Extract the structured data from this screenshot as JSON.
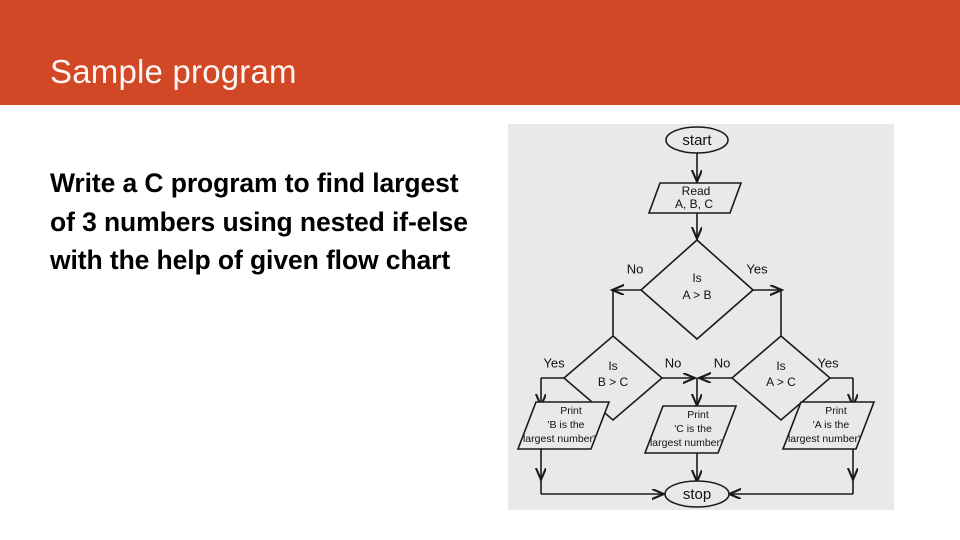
{
  "slide": {
    "title": "Sample program",
    "banner_color": "#d24726",
    "background_color": "#ffffff",
    "body_text": "Write a C program to find largest of 3 numbers using nested if-else with the help of given flow chart"
  },
  "flowchart": {
    "background_color": "#e9e9e9",
    "line_color": "#1a1a1a",
    "nodes": {
      "start": {
        "type": "terminal",
        "text": "start"
      },
      "read": {
        "type": "io",
        "line1": "Read",
        "line2": "A, B, C"
      },
      "decision_ab": {
        "type": "decision",
        "line1": "Is",
        "line2": "A > B"
      },
      "decision_bc": {
        "type": "decision",
        "line1": "Is",
        "line2": "B > C"
      },
      "decision_ac": {
        "type": "decision",
        "line1": "Is",
        "line2": "A > C"
      },
      "print_b": {
        "type": "io",
        "line1": "Print",
        "line2": "'B is the",
        "line3": "largest number'"
      },
      "print_c": {
        "type": "io",
        "line1": "Print",
        "line2": "'C is the",
        "line3": "largest number'"
      },
      "print_a": {
        "type": "io",
        "line1": "Print",
        "line2": "'A is the",
        "line3": "largest number'"
      },
      "stop": {
        "type": "terminal",
        "text": "stop"
      }
    },
    "edge_labels": {
      "ab_no": "No",
      "ab_yes": "Yes",
      "bc_yes": "Yes",
      "bc_no": "No",
      "ac_no": "No",
      "ac_yes": "Yes"
    }
  }
}
